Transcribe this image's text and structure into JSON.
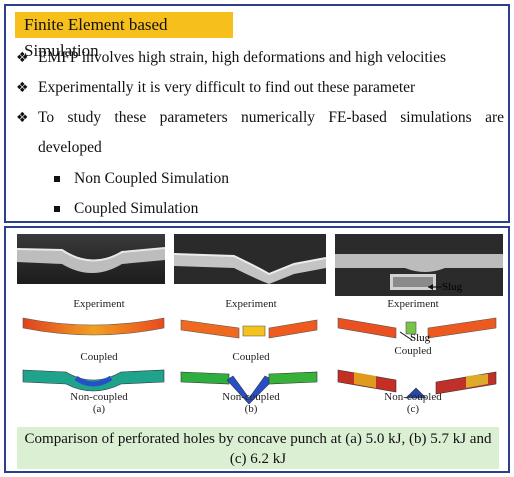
{
  "title": "Finite Element based Simulation",
  "bullets": [
    "EMFP involves high strain, high deformations and high velocities",
    "Experimentally it is very difficult to find out these parameter",
    "To study these parameters numerically FE-based simulations are",
    "developed"
  ],
  "sub_bullets": [
    "Non Coupled Simulation",
    "Coupled Simulation"
  ],
  "figure": {
    "labels": {
      "experiment": "Experiment",
      "coupled": "Coupled",
      "non_coupled": "Non-coupled",
      "slug": "Slug",
      "a": "(a)",
      "b": "(b)",
      "c": "(c)"
    },
    "caption": "Comparison of perforated holes by concave punch at (a) 5.0 kJ, (b) 5.7 kJ and (c) 6.2 kJ"
  },
  "colors": {
    "banner": "#f6bf1b",
    "border": "#2b3f8c",
    "caption_bg": "#dbefd3"
  }
}
